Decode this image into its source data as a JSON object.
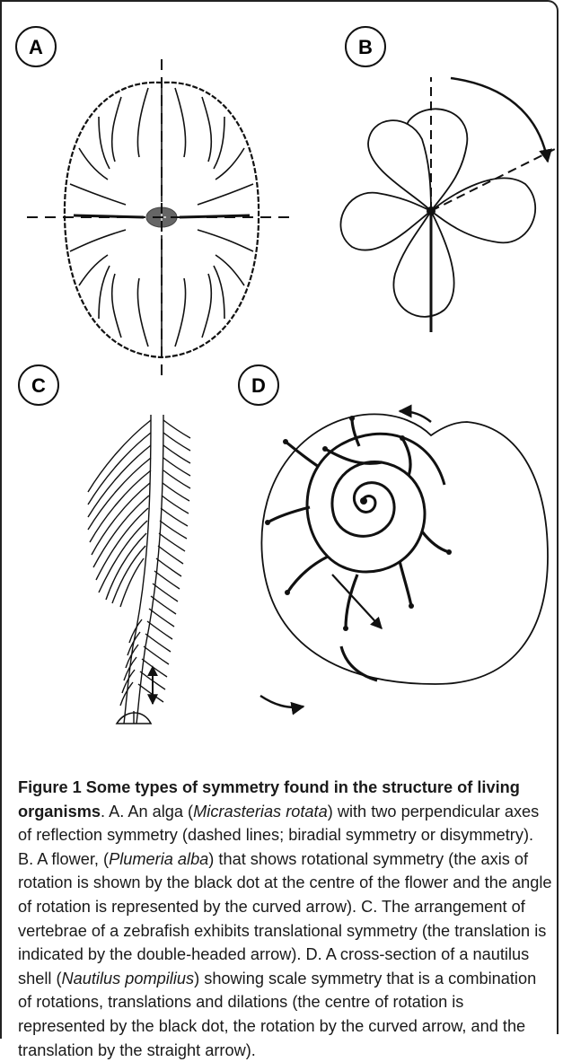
{
  "panels": [
    {
      "letter": "A"
    },
    {
      "letter": "B"
    },
    {
      "letter": "C"
    },
    {
      "letter": "D"
    }
  ],
  "caption": {
    "title": "Figure 1 Some types of symmetry found in the structure of living organisms",
    "text_1": ". A. An alga (",
    "species_a": "Micrasterias rotata",
    "text_2": ") with two perpendicular axes of reflection symmetry (dashed lines; biradial symmetry or disymmetry). B. A flower, (",
    "species_b": "Plumeria alba",
    "text_3": ") that shows rotational symmetry (the axis of rotation is shown by the black dot at the centre of the flower and the angle of rotation is represented by the curved arrow). C. The arrangement of vertebrae of a zebrafish exhibits translational symmetry (the translation is indicated by the double-headed arrow). D. A cross-section of a nautilus shell (",
    "species_d": "Nautilus pompilius",
    "text_4": ") showing scale symmetry that is a combination of rotations, translations and dilations (the centre of rotation is represented by the black dot, the rotation by the curved arrow, and the translation by the straight arrow)."
  }
}
